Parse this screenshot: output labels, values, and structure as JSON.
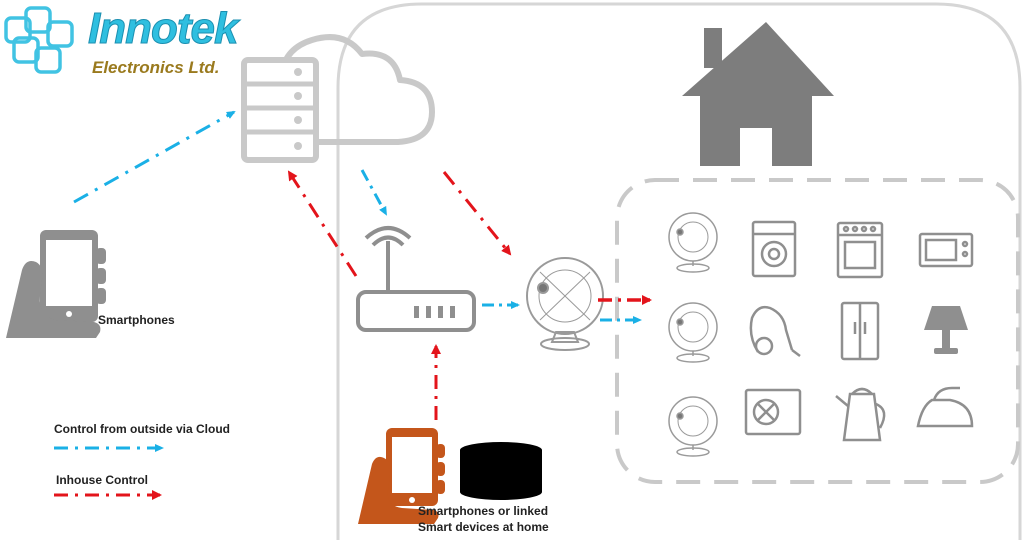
{
  "brand": {
    "name": "Innotek",
    "subtitle": "Electronics Ltd.",
    "color_primary": "#2fbfe0",
    "color_secondary": "#9a7a1e"
  },
  "labels": {
    "smartphones": "Smartphones",
    "home_devices_line1": "Smartphones or linked",
    "home_devices_line2": "Smart devices at home"
  },
  "legend": {
    "cloud_control": "Control from outside via Cloud",
    "inhouse_control": "Inhouse Control"
  },
  "colors": {
    "cloud_arrow": "#1ab0e6",
    "inhouse_arrow": "#e3141b",
    "icon_gray": "#8f8f8f",
    "house_gray": "#7d7d7d",
    "phone_orange": "#c4561b"
  },
  "devices": [
    "fan",
    "washing-machine",
    "oven",
    "microwave",
    "fan",
    "vacuum-cleaner",
    "refrigerator",
    "lamp",
    "fan",
    "air-conditioner",
    "kettle",
    "iron"
  ]
}
